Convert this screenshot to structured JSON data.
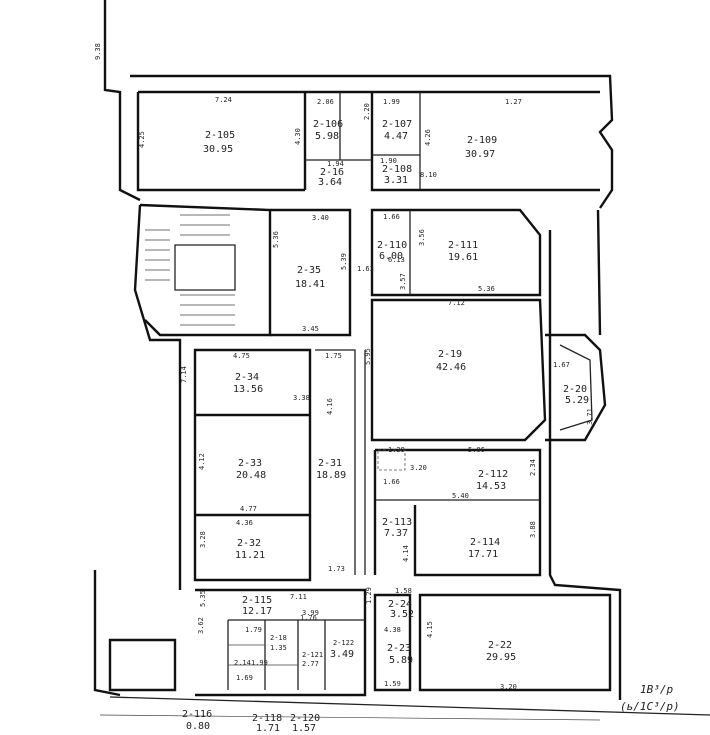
{
  "rooms": [
    {
      "id": "2-105",
      "area": "30.95"
    },
    {
      "id": "2-106",
      "area": "5.98"
    },
    {
      "id": "2-107",
      "area": "4.47"
    },
    {
      "id": "2-109",
      "area": "30.97"
    },
    {
      "id": "2-16",
      "area": "3.64"
    },
    {
      "id": "2-108",
      "area": "3.31"
    },
    {
      "id": "2-35",
      "area": "18.41"
    },
    {
      "id": "2-110",
      "area": "6.00"
    },
    {
      "id": "2-111",
      "area": "19.61"
    },
    {
      "id": "2-19",
      "area": "42.46"
    },
    {
      "id": "2-20",
      "area": "5.29"
    },
    {
      "id": "2-34",
      "area": "13.56"
    },
    {
      "id": "2-33",
      "area": "20.48"
    },
    {
      "id": "2-31",
      "area": "18.89"
    },
    {
      "id": "2-112",
      "area": "14.53"
    },
    {
      "id": "2-113",
      "area": "7.37"
    },
    {
      "id": "2-114",
      "area": "17.71"
    },
    {
      "id": "2-32",
      "area": "11.21"
    },
    {
      "id": "2-115",
      "area": "12.17"
    },
    {
      "id": "2-24",
      "area": "3.52"
    },
    {
      "id": "2-22",
      "area": "29.95"
    },
    {
      "id": "2-23",
      "area": "5.89"
    },
    {
      "id": "2-18",
      "area": "1.35"
    },
    {
      "id": "2-122",
      "area": "3.49"
    },
    {
      "id": "2-121",
      "area": "2.77"
    },
    {
      "id": "2-116",
      "area": "0.80"
    },
    {
      "id": "2-118",
      "area": "1.71"
    },
    {
      "id": "2-120",
      "area": "1.57"
    }
  ],
  "dimensions": [
    "7.24",
    "2.06",
    "1.99",
    "1.27",
    "4.25",
    "4.30",
    "2.20",
    "4.26",
    "1.94",
    "1.90",
    "8.10",
    "3.40",
    "1.66",
    "3.56",
    "5.36",
    "5.39",
    "1.63",
    "6.13",
    "3.57",
    "3.45",
    "7.12",
    "4.75",
    "1.75",
    "5.95",
    "1.67",
    "3.71",
    "7.14",
    "3.38",
    "4.12",
    "4.77",
    "1.39",
    "3.20",
    "5.06",
    "5.40",
    "1.66",
    "4.36",
    "3.28",
    "1.73",
    "7.11",
    "1.76",
    "1.79",
    "4.38",
    "2.14",
    "3.99",
    "1.59",
    "5.35",
    "3.62",
    "1.99",
    "3.20",
    "1.29",
    "1.69",
    "4.15",
    "2.34",
    "3.88",
    "1.58",
    "4.14",
    "4.16",
    "9.38"
  ],
  "sheet_label": "1В³/р",
  "sheet_label_alt": "(ь/1С³/р)"
}
